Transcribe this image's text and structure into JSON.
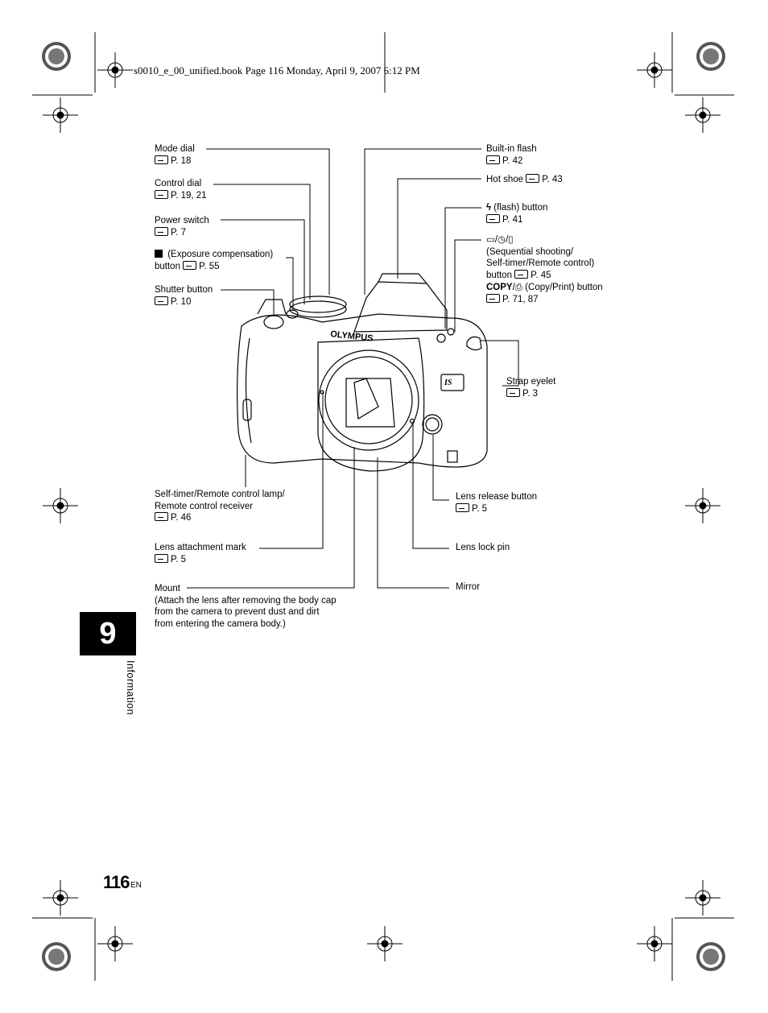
{
  "header": {
    "file_info": "s0010_e_00_unified.book  Page 116  Monday, April 9, 2007  6:12 PM"
  },
  "brand": {
    "logo_text": "OLYMPUS"
  },
  "labels": {
    "mode_dial": {
      "name": "Mode dial",
      "ref": "P. 18"
    },
    "control_dial": {
      "name": "Control dial",
      "ref": "P. 19, 21"
    },
    "power_switch": {
      "name": "Power switch",
      "ref": "P. 7"
    },
    "exposure_comp": {
      "name": " (Exposure compensation)",
      "line2": "button ",
      "ref": "P. 55"
    },
    "shutter_button": {
      "name": "Shutter button",
      "ref": "P. 10"
    },
    "builtin_flash": {
      "name": "Built-in flash",
      "ref": "P. 42"
    },
    "hot_shoe": {
      "name": "Hot shoe ",
      "ref": "P. 43"
    },
    "flash_button": {
      "name": " (flash) button",
      "ref": "P. 41"
    },
    "seq_button": {
      "symbols": "▭/◷/▯",
      "line1": "(Sequential shooting/",
      "line2": "Self-timer/Remote control)",
      "line3": "button ",
      "ref": "P. 45"
    },
    "copy_button": {
      "copy": "COPY",
      "rest": "/⎙ (Copy/Print) button",
      "ref": "P. 71, 87"
    },
    "strap_eyelet": {
      "name": "Strap eyelet",
      "ref": "P. 3"
    },
    "self_timer_lamp": {
      "line1": "Self-timer/Remote control lamp/",
      "line2": "Remote control receiver",
      "ref": "P. 46"
    },
    "lens_release": {
      "name": "Lens release button",
      "ref": "P. 5"
    },
    "lens_attach_mark": {
      "name": "Lens attachment mark",
      "ref": "P. 5"
    },
    "lens_lock_pin": {
      "name": "Lens lock pin"
    },
    "mount": {
      "name": "Mount",
      "line1": "(Attach the lens after removing the body cap",
      "line2": "from the camera to prevent dust and dirt",
      "line3": "from entering the camera body.)"
    },
    "mirror": {
      "name": "Mirror"
    }
  },
  "sidebar": {
    "chapter_number": "9",
    "chapter_name": "Information"
  },
  "footer": {
    "page_number": "116",
    "lang": "EN"
  }
}
